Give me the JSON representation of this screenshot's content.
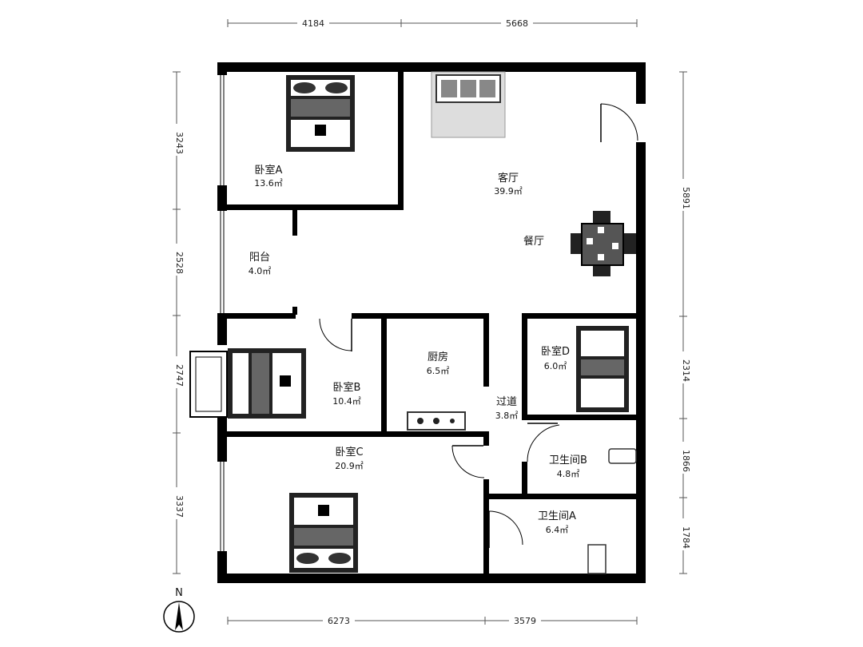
{
  "rooms": {
    "bedroom_a": {
      "name": "卧室A",
      "area": "13.6㎡"
    },
    "living": {
      "name": "客厅",
      "area": "39.9㎡"
    },
    "dining": {
      "name": "餐厅"
    },
    "balcony": {
      "name": "阳台",
      "area": "4.0㎡"
    },
    "bedroom_b": {
      "name": "卧室B",
      "area": "10.4㎡"
    },
    "kitchen": {
      "name": "厨房",
      "area": "6.5㎡"
    },
    "corridor": {
      "name": "过道",
      "area": "3.8㎡"
    },
    "bedroom_d": {
      "name": "卧室D",
      "area": "6.0㎡"
    },
    "bedroom_c": {
      "name": "卧室C",
      "area": "20.9㎡"
    },
    "bath_b": {
      "name": "卫生间B",
      "area": "4.8㎡"
    },
    "bath_a": {
      "name": "卫生间A",
      "area": "6.4㎡"
    }
  },
  "dimensions": {
    "top": [
      "4184",
      "5668"
    ],
    "bottom": [
      "6273",
      "3579"
    ],
    "left": [
      "3243",
      "2528",
      "2747",
      "3337"
    ],
    "right": [
      "5891",
      "2314",
      "1866",
      "1784"
    ]
  },
  "compass": {
    "label": "N"
  }
}
